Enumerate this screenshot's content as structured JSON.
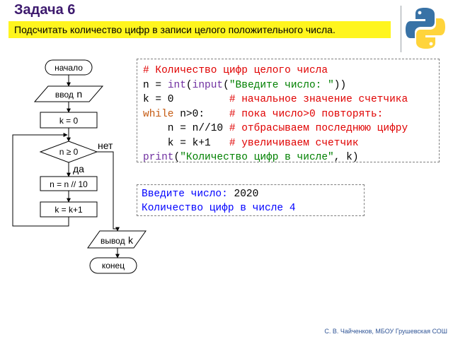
{
  "slide": {
    "title": "Задача 6",
    "task": "Подсчитать количество цифр в записи целого положительного числа.",
    "footer": "С. В. Чайченков, МБОУ Грушевская СОШ",
    "accent_color": "#fff51e",
    "title_color": "#3d1a6e"
  },
  "logo": {
    "icon": "python-logo-icon"
  },
  "flowchart": {
    "start": "начало",
    "input_word": "ввод",
    "input_var": "n",
    "init": "k = 0",
    "condition": "n ≥ 0",
    "no_label": "нет",
    "yes_label": "да",
    "step1": "n = n // 10",
    "step2": "k = k+1",
    "output_word": "вывод",
    "output_var": "k",
    "end": "конец"
  },
  "code": {
    "l1": "# Количество цифр целого числа",
    "l2a": "n = ",
    "l2b": "int",
    "l2c": "(",
    "l2d": "input",
    "l2e": "(",
    "l2f": "\"Введите число: \"",
    "l2g": "))",
    "l3a": "k = 0         ",
    "l3b": "# начальное значение счетчика",
    "l4a": "while",
    "l4b": " n>0:    ",
    "l4c": "# пока число>0 повторять:",
    "l5a": "    n = n//10 ",
    "l5b": "# отбрасываем последнюю цифру",
    "l6a": "    k = k+1   ",
    "l6b": "# увеличиваем счетчик",
    "l7a": "print",
    "l7b": "(",
    "l7c": "\"Количество цифр в числе\"",
    "l7d": ", k)"
  },
  "output": {
    "prompt": "Введите число: ",
    "value": "2020",
    "result": "Количество цифр в числе 4"
  }
}
